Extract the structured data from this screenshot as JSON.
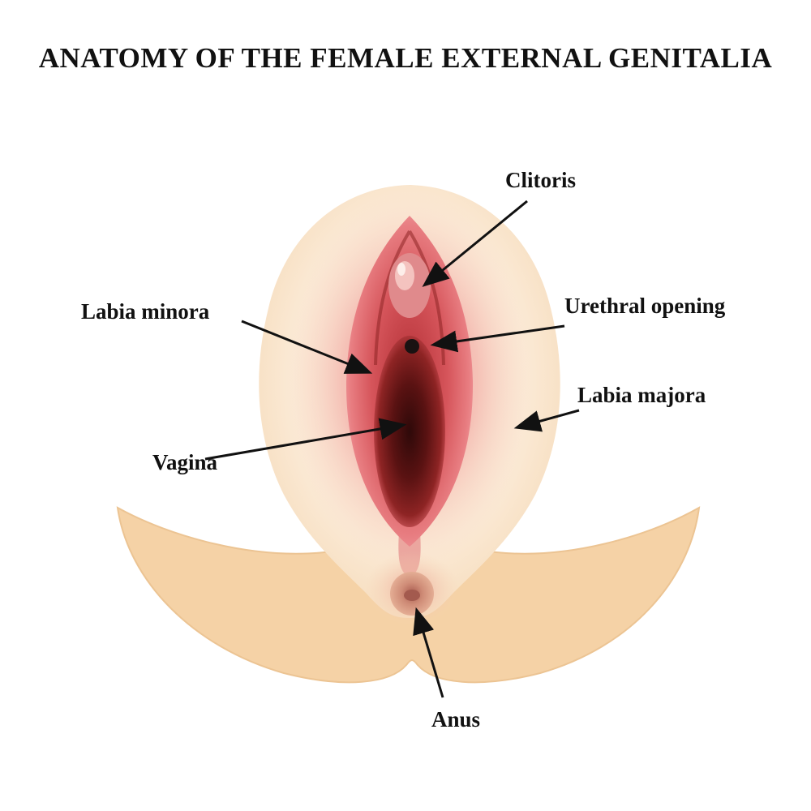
{
  "title": "ANATOMY OF THE FEMALE EXTERNAL GENITALIA",
  "labels": [
    {
      "id": "clitoris",
      "text": "Clitoris"
    },
    {
      "id": "labia-minora",
      "text": "Labia minora"
    },
    {
      "id": "urethral-opening",
      "text": "Urethral opening"
    },
    {
      "id": "labia-majora",
      "text": "Labia majora"
    },
    {
      "id": "vagina",
      "text": "Vagina"
    },
    {
      "id": "anus",
      "text": "Anus"
    }
  ],
  "palette": {
    "background": "#ffffff",
    "text": "#111111",
    "skin_light": "#fbead6",
    "skin_edge": "#f6dcba",
    "skin_thigh": "#f5d2a6",
    "pink_glow": "#f3b3ad",
    "red_outer": "#e2666c",
    "red_mid": "#c24348",
    "red_dark_core": "#3a0c0c",
    "urethra_dot": "#1a1212",
    "anus": "#d99a86"
  }
}
